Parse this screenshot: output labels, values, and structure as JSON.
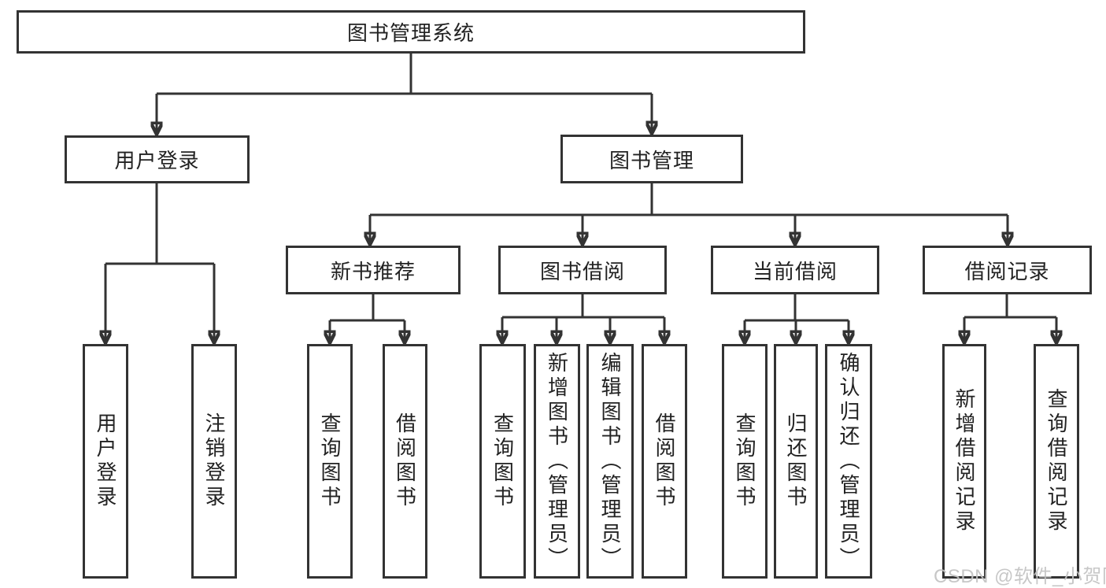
{
  "colors": {
    "line": "#333333",
    "text": "#222222",
    "watermark": "#c3c3c3",
    "background": "#ffffff"
  },
  "watermark": "CSDN @软件_小贺同学",
  "tree": {
    "root": "图书管理系统",
    "branches": [
      {
        "label": "用户登录",
        "leaves": [
          "用户登录",
          "注销登录"
        ]
      },
      {
        "label": "图书管理",
        "children": [
          {
            "label": "新书推荐",
            "leaves": [
              "查询图书",
              "借阅图书"
            ]
          },
          {
            "label": "图书借阅",
            "leaves": [
              "查询图书",
              "新增图书（管理员）",
              "编辑图书（管理员）",
              "借阅图书"
            ]
          },
          {
            "label": "当前借阅",
            "leaves": [
              "查询图书",
              "归还图书",
              "确认归还（管理员）"
            ]
          },
          {
            "label": "借阅记录",
            "leaves": [
              "新增借阅记录",
              "查询借阅记录"
            ]
          }
        ]
      }
    ]
  }
}
